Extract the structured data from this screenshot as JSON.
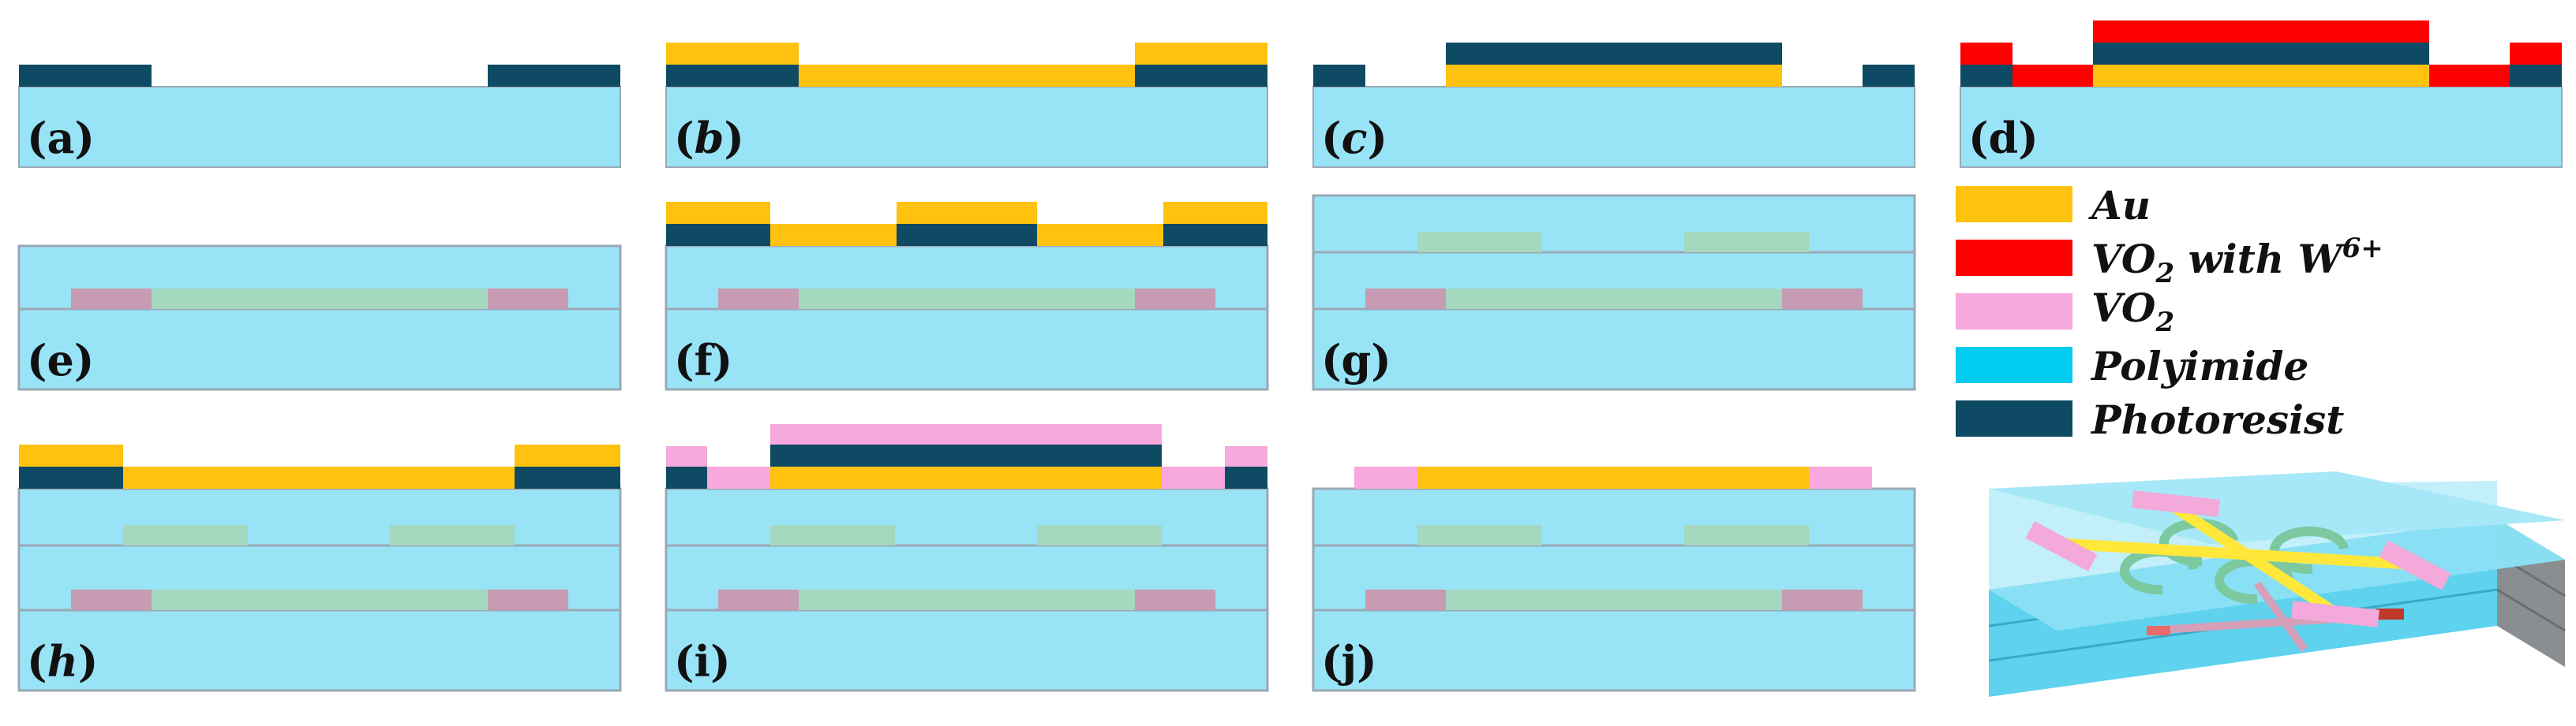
{
  "colors": {
    "au": "#FFC20E",
    "vo2_w": "#FF0000",
    "vo2": "#F7A8DC",
    "polyimide": "#99E3F7",
    "polyimide_legend": "#00CCF0",
    "photoresist": "#0E4A63",
    "vo2_embedded": "#C79BB3",
    "au_embedded": "#A4D8BF",
    "outline": "#9AA8B4"
  },
  "panels": [
    {
      "id": "a",
      "label": "(a)",
      "italic": false
    },
    {
      "id": "b",
      "label": "b",
      "italic": true
    },
    {
      "id": "c",
      "label": "c",
      "italic": true
    },
    {
      "id": "d",
      "label": "(d)",
      "italic": false
    },
    {
      "id": "e",
      "label": "(e)",
      "italic": false
    },
    {
      "id": "f",
      "label": "(f)",
      "italic": false
    },
    {
      "id": "g",
      "label": "(g)",
      "italic": false
    },
    {
      "id": "h",
      "label": "h",
      "italic": true
    },
    {
      "id": "i",
      "label": "(i)",
      "italic": false
    },
    {
      "id": "j",
      "label": "(j)",
      "italic": false
    }
  ],
  "legend": [
    {
      "key": "au",
      "label": "Au"
    },
    {
      "key": "vo2_w",
      "label": "VO",
      "sub": "2",
      "suffix": " with W",
      "sup": "6+"
    },
    {
      "key": "vo2",
      "label": "VO",
      "sub": "2"
    },
    {
      "key": "polyimide",
      "label": "Polyimide"
    },
    {
      "key": "photoresist",
      "label": "Photoresist"
    }
  ],
  "device_view": {
    "name": "3D device schematic"
  }
}
